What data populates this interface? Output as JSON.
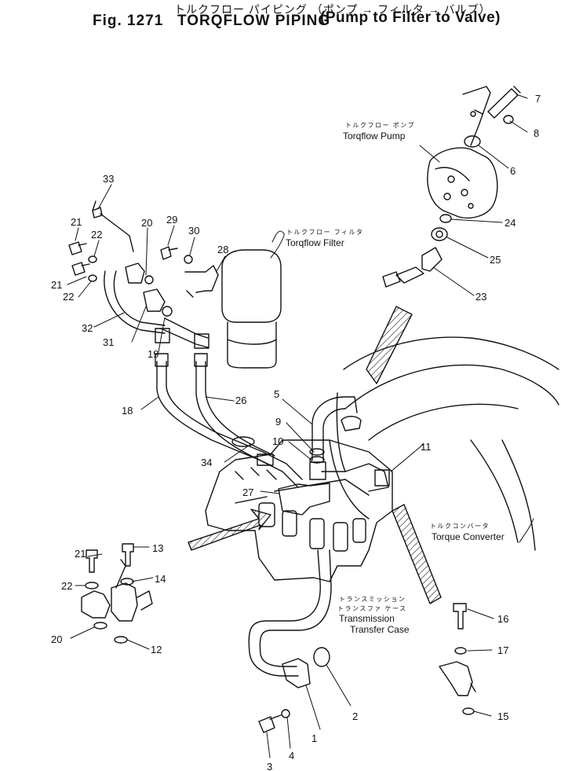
{
  "header": {
    "title_jp": "トルクフロー パイピング （ポンプ → フィルタ → バルブ）",
    "fig_no": "Fig. 1271",
    "title_en": "TORQFLOW PIPING",
    "subtitle_en": "(Pump to Filter to Valve)"
  },
  "labels": {
    "pump_jp": "トルクフロー ポンプ",
    "pump_en": "Torqflow Pump",
    "filter_jp": "トルクフロー フィルタ",
    "filter_en": "Torqflow Filter",
    "converter_jp": "トルクコンバータ",
    "converter_en": "Torque Converter",
    "transfer_jp1": "トランスミッション",
    "transfer_jp2": "トランスファ ケース",
    "transfer_en1": "Transmission",
    "transfer_en2": "Transfer Case"
  },
  "part_numbers": {
    "p1": "1",
    "p2": "2",
    "p3": "3",
    "p4": "4",
    "p5": "5",
    "p6": "6",
    "p7": "7",
    "p8": "8",
    "p9": "9",
    "p10": "10",
    "p11": "11",
    "p12": "12",
    "p13": "13",
    "p14": "14",
    "p15": "15",
    "p16": "16",
    "p17": "17",
    "p18": "18",
    "p19": "19",
    "p20": "20",
    "p21": "21",
    "p22": "22",
    "p23": "23",
    "p24": "24",
    "p25": "25",
    "p26": "26",
    "p27": "27",
    "p28": "28",
    "p29": "29",
    "p30": "30",
    "p31": "31",
    "p32": "32",
    "p33": "33",
    "p34": "34"
  }
}
